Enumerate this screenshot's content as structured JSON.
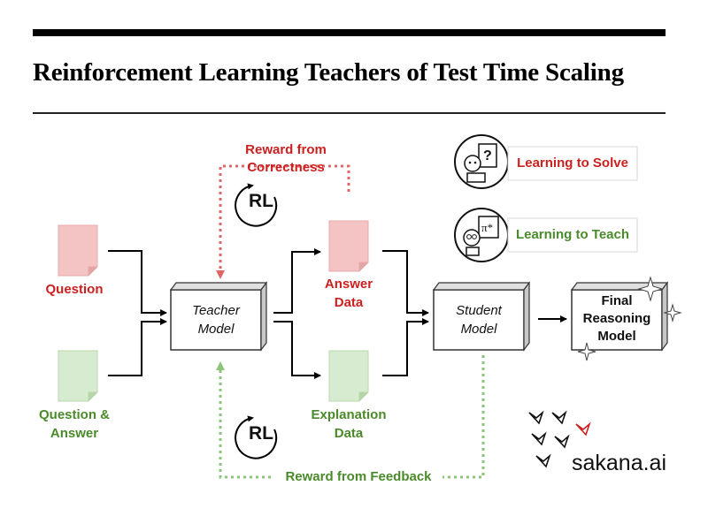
{
  "title": "Reinforcement Learning Teachers of Test Time Scaling",
  "inputs": {
    "question": "Question",
    "question_answer": "Question &\nAnswer"
  },
  "models": {
    "teacher": "Teacher\nModel",
    "student": "Student\nModel",
    "final": "Final\nReasoning\nModel"
  },
  "data": {
    "answer": "Answer\nData",
    "explanation": "Explanation\nData"
  },
  "rewards": {
    "correctness": "Reward from\nCorrectness",
    "feedback": "Reward from Feedback"
  },
  "rl_badge": "RL",
  "legend": {
    "solve": "Learning to Solve",
    "teach": "Learning to Teach"
  },
  "brand": "sakana.ai",
  "colors": {
    "red": "#cc1f1f",
    "green": "#4a8a2a",
    "doc_red": "#f4c4c4",
    "doc_green": "#d6ebcf"
  }
}
